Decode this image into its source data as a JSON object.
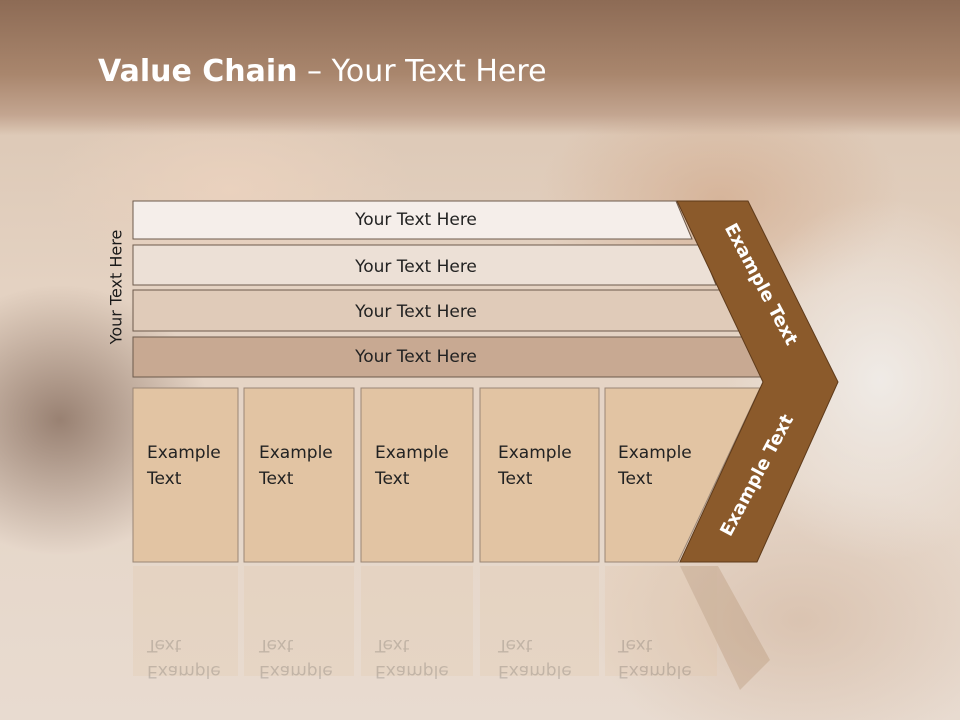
{
  "slide": {
    "title_bold": "Value Chain",
    "title_rest": " – Your Text Here"
  },
  "side_label": "Your Text Here",
  "support_rows": [
    {
      "label": "Your Text Here",
      "color": "#f5eeea"
    },
    {
      "label": "Your Text Here",
      "color": "#ece0d6"
    },
    {
      "label": "Your Text Here",
      "color": "#e0cbb9"
    },
    {
      "label": "Your Text Here",
      "color": "#c8a992"
    }
  ],
  "primary_boxes": [
    {
      "line1": "Example",
      "line2": "Text"
    },
    {
      "line1": "Example",
      "line2": "Text"
    },
    {
      "line1": "Example",
      "line2": "Text"
    },
    {
      "line1": "Example",
      "line2": "Text"
    },
    {
      "line1": "Example",
      "line2": "Text"
    }
  ],
  "arrow": {
    "upper_label": "Example Text",
    "lower_label": "Example Text",
    "color": "#8b5a2b",
    "box_color": "#e2c4a3"
  }
}
